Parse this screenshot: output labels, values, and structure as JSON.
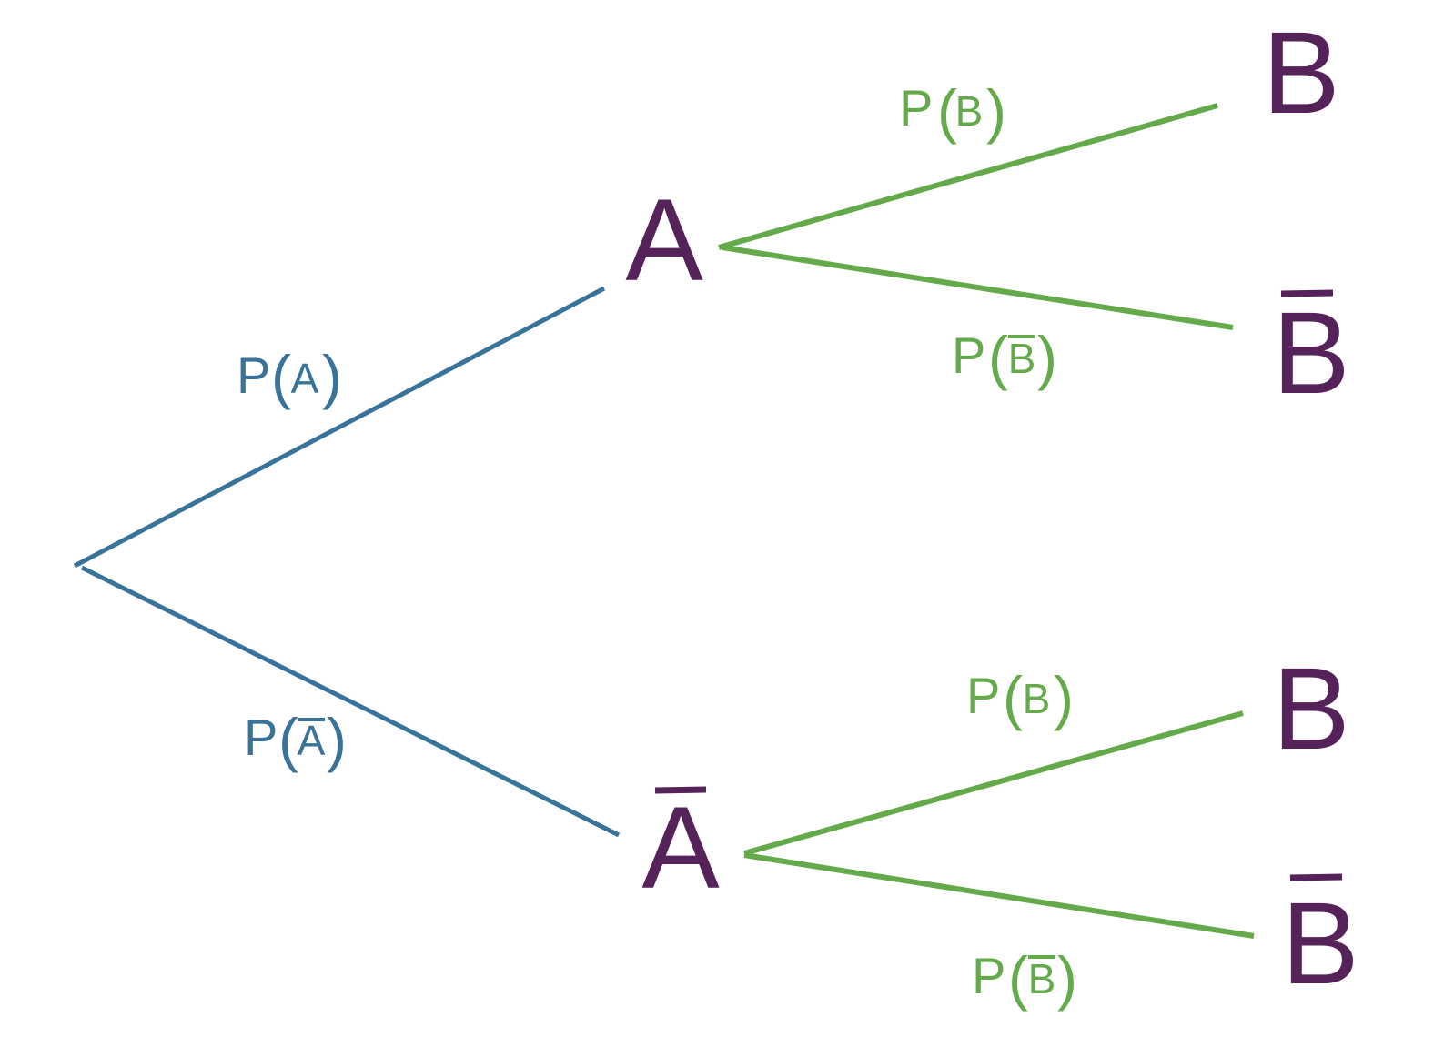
{
  "colors": {
    "node": "#55235a",
    "level1": "#3a7399",
    "level2": "#64aa4b"
  },
  "nodes": {
    "a": "A",
    "a_bar": "A",
    "b_top": "B",
    "b_bar_top": "B",
    "b_bottom": "B",
    "b_bar_bottom": "B"
  },
  "edge_labels": {
    "p_a": {
      "prefix": "P",
      "open": "(",
      "event": "A",
      "close": ")"
    },
    "p_a_bar": {
      "prefix": "P",
      "open": "(",
      "event": "A",
      "close": ")"
    },
    "p_b_top": {
      "prefix": "P",
      "open": "(",
      "event": "B",
      "close": ")"
    },
    "p_b_bar_top": {
      "prefix": "P",
      "open": "(",
      "event": "B",
      "close": ")"
    },
    "p_b_bottom": {
      "prefix": "P",
      "open": "(",
      "event": "B",
      "close": ")"
    },
    "p_b_bar_bottom": {
      "prefix": "P",
      "open": "(",
      "event": "B",
      "close": ")"
    }
  }
}
